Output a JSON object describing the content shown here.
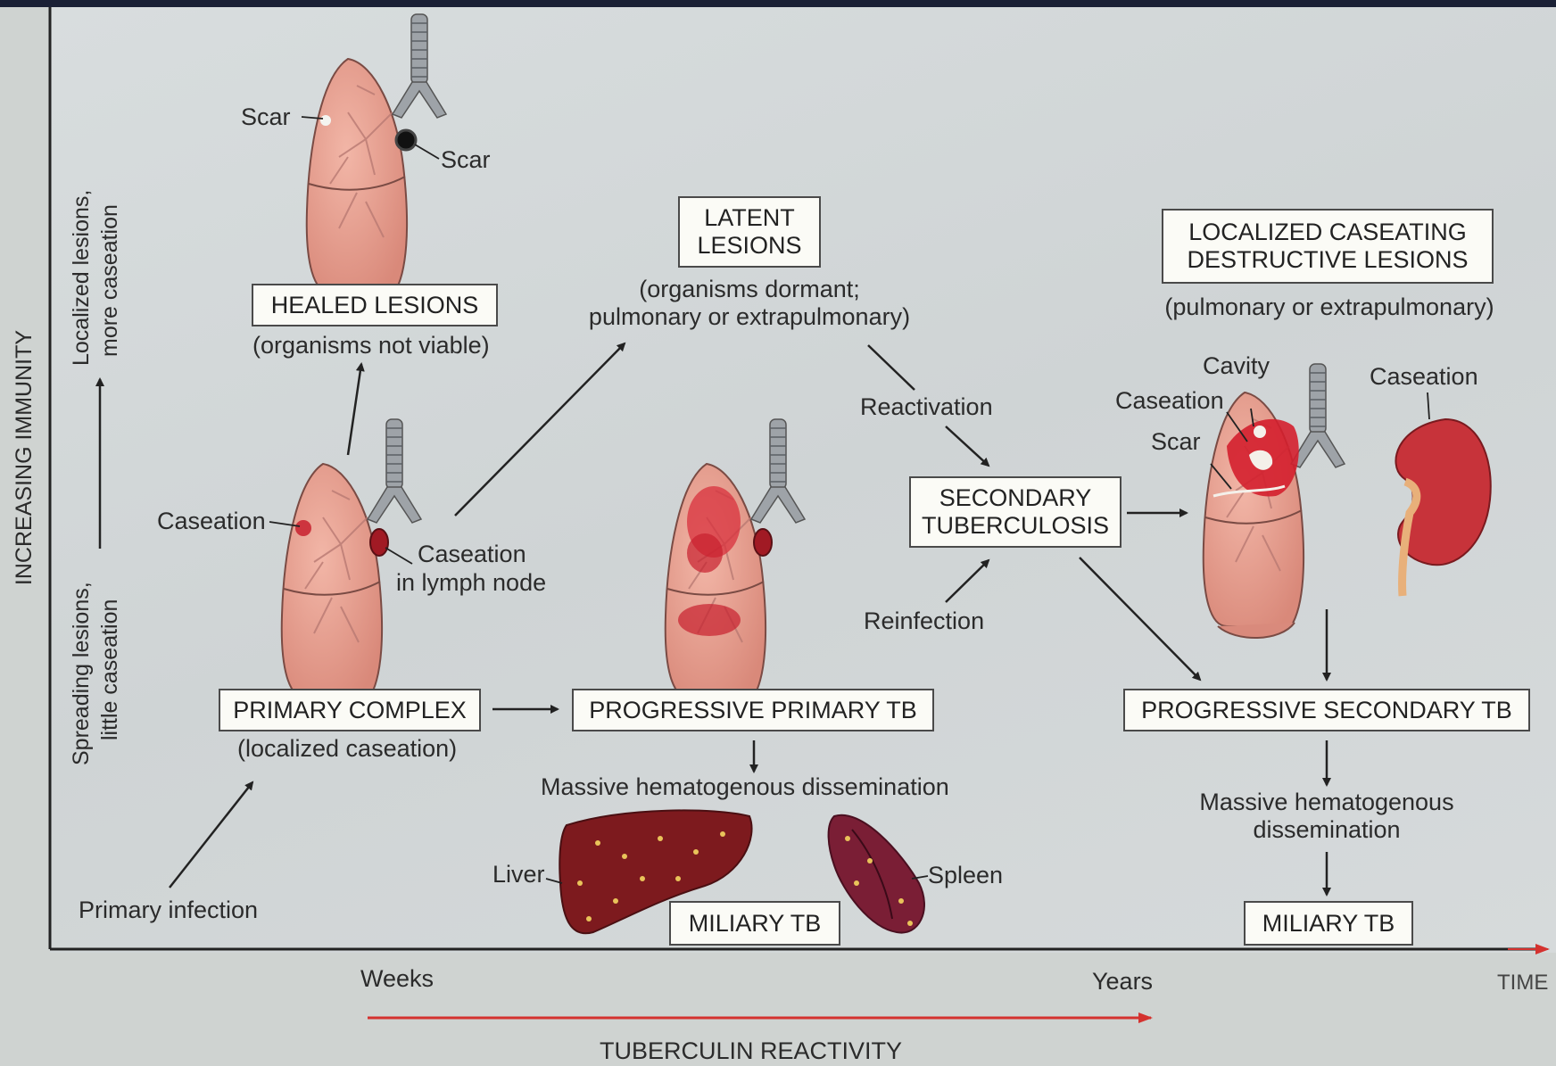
{
  "axes": {
    "y_label": "INCREASING IMMUNITY",
    "y_low": [
      "Spreading lesions,",
      "little caseation"
    ],
    "y_high": [
      "Localized lesions,",
      "more caseation"
    ],
    "x_end": "TIME",
    "x_weeks": "Weeks",
    "x_years": "Years",
    "tuberculin": "TUBERCULIN REACTIVITY"
  },
  "healed": {
    "box": "HEALED LESIONS",
    "sub": "(organisms not viable)",
    "scar1": "Scar",
    "scar2": "Scar"
  },
  "latent": {
    "box": [
      "LATENT",
      "LESIONS"
    ],
    "sub": [
      "(organisms dormant;",
      "pulmonary or extrapulmonary)"
    ]
  },
  "localized": {
    "box": [
      "LOCALIZED CASEATING",
      "DESTRUCTIVE LESIONS"
    ],
    "sub": "(pulmonary or extrapulmonary)",
    "cavity": "Cavity",
    "caseation_lung": "Caseation",
    "scar": "Scar",
    "caseation_kidney": "Caseation"
  },
  "primary": {
    "caseation": "Caseation",
    "lymph": [
      "Caseation",
      "in lymph node"
    ],
    "box": "PRIMARY COMPLEX",
    "sub": "(localized caseation)",
    "infection": "Primary infection"
  },
  "progressive_primary": {
    "box": "PROGRESSIVE PRIMARY TB",
    "dissemination": "Massive hematogenous dissemination",
    "liver": "Liver",
    "spleen": "Spleen",
    "miliary": "MILIARY TB"
  },
  "secondary": {
    "reactivation": "Reactivation",
    "reinfection": "Reinfection",
    "box": [
      "SECONDARY",
      "TUBERCULOSIS"
    ]
  },
  "progressive_secondary": {
    "box": "PROGRESSIVE SECONDARY TB",
    "dissemination": [
      "Massive hematogenous",
      "dissemination"
    ],
    "miliary": "MILIARY TB"
  },
  "colors": {
    "lung": "#e9a394",
    "lung_outline": "#7a4b44",
    "caseation": "#c8202e",
    "liver": "#7d1a1e",
    "kidney": "#c7333a",
    "arrow_red": "#d4322f",
    "background": "#d3d7d8"
  }
}
